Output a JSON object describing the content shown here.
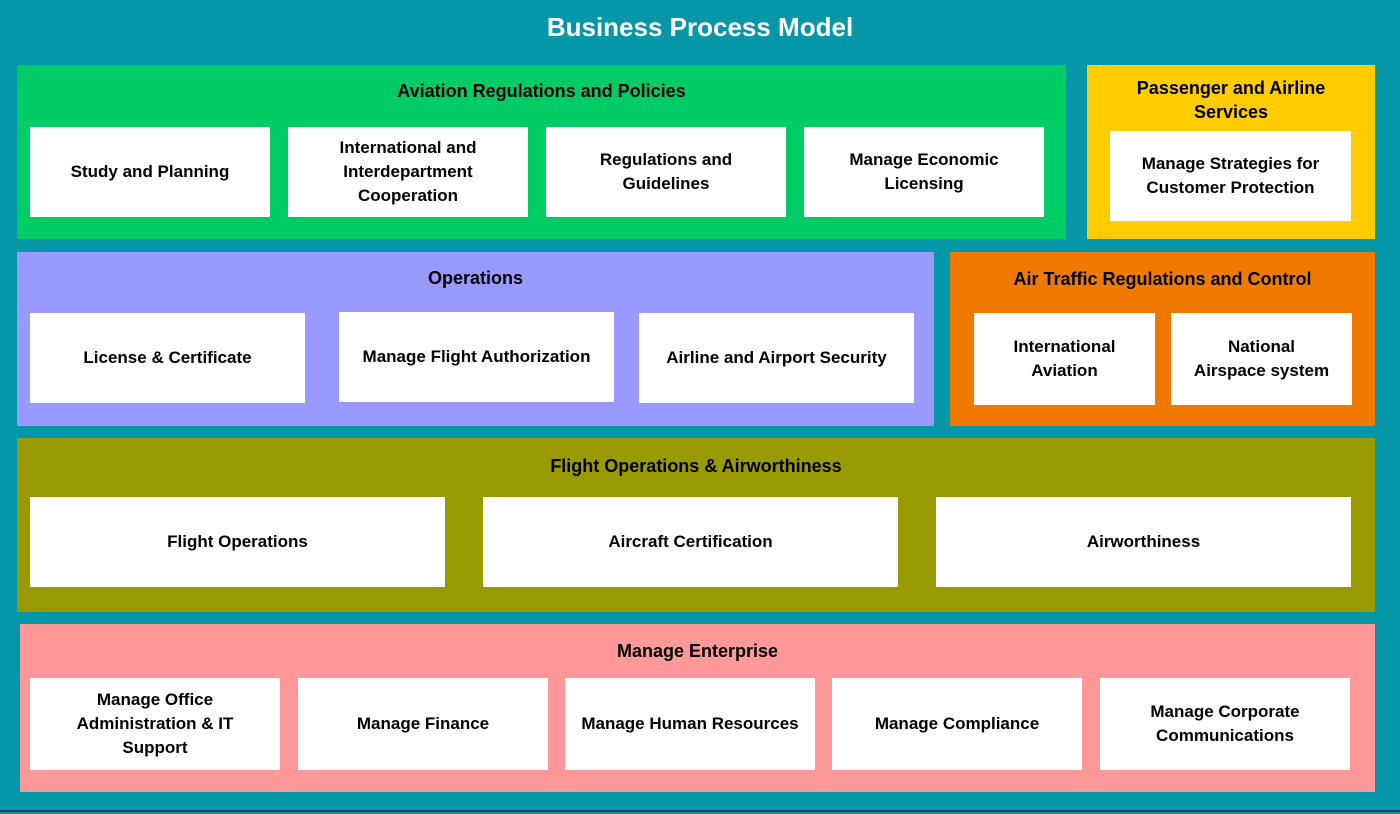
{
  "diagram": {
    "title": "Business Process Model",
    "groups": {
      "aviation": {
        "title": "Aviation Regulations and Policies",
        "color": "#00cc66",
        "items": [
          "Study and Planning",
          "International and\nInterdepartment\nCooperation",
          "Regulations and\nGuidelines",
          "Manage Economic\nLicensing"
        ]
      },
      "passenger": {
        "title": "Passenger and Airline\nServices",
        "color": "#ffcc00",
        "items": [
          "Manage Strategies for\nCustomer Protection"
        ]
      },
      "operations": {
        "title": "Operations",
        "color": "#9999ff",
        "items": [
          "License & Certificate",
          "Manage Flight Authorization",
          "Airline and Airport Security"
        ]
      },
      "air_traffic": {
        "title": "Air Traffic Regulations and Control",
        "color": "#f07a00",
        "items": [
          "International\nAviation",
          "National\nAirspace system"
        ]
      },
      "flight_ops": {
        "title": "Flight Operations & Airworthiness",
        "color": "#999900",
        "items": [
          "Flight Operations",
          "Aircraft Certification",
          "Airworthiness"
        ]
      },
      "enterprise": {
        "title": "Manage Enterprise",
        "color": "#ff9999",
        "items": [
          "Manage Office\nAdministration & IT\nSupport",
          "Manage Finance",
          "Manage Human Resources",
          "Manage Compliance",
          "Manage Corporate\nCommunications"
        ]
      }
    }
  }
}
